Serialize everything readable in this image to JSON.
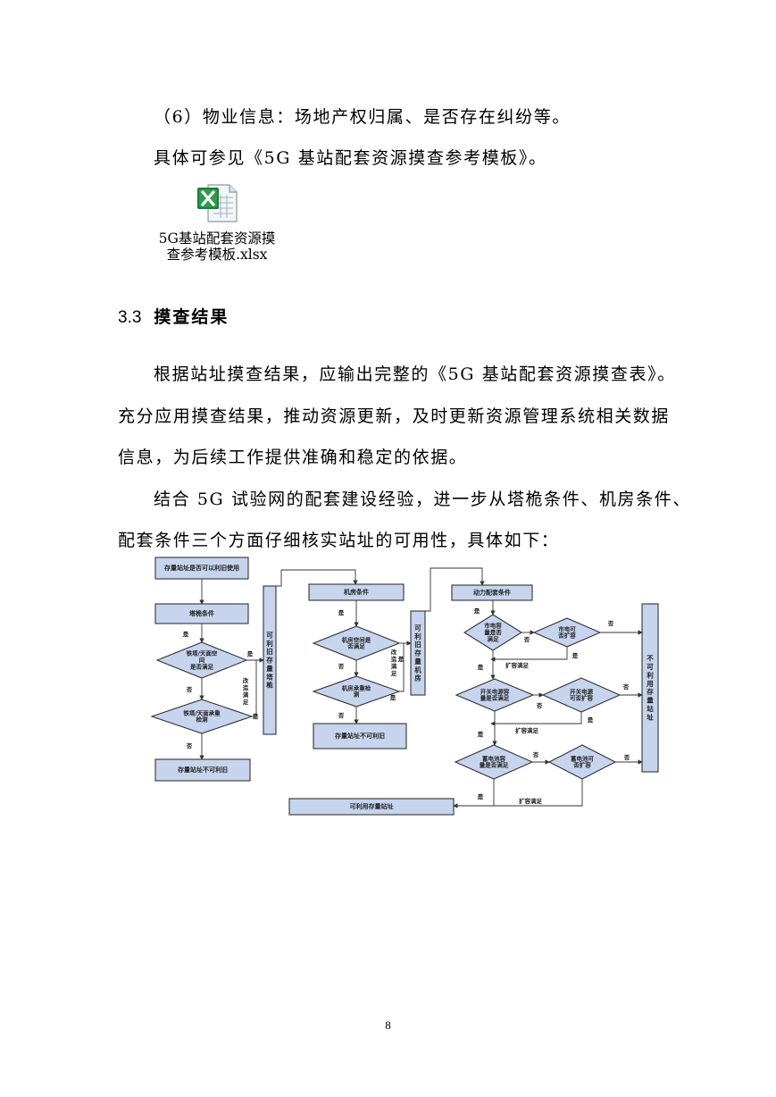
{
  "paragraphs": {
    "p1": "（6）物业信息：场地产权归属、是否存在纠纷等。",
    "p2": "具体可参见《5G 基站配套资源摸查参考模板》。",
    "p3": "根据站址摸查结果，应输出完整的《5G 基站配套资源摸查表》。",
    "p4": "充分应用摸查结果，推动资源更新，及时更新资源管理系统相关数据",
    "p5": "信息，为后续工作提供准确和稳定的依据。",
    "p6": "结合 5G 试验网的配套建设经验，进一步从塔桅条件、机房条件、",
    "p7": "配套条件三个方面仔细核实站址的可用性，具体如下："
  },
  "attachment": {
    "line1": "5G基站配套资源摸",
    "line2": "查参考模板.xlsx",
    "icon": "excel-file-icon"
  },
  "section": {
    "number": "3.3",
    "title": "摸查结果"
  },
  "flowchart": {
    "start": "存量站址是否可以利旧使用",
    "tower_cond": "塔桅条件",
    "tower_space": [
      "铁塔/天面空",
      "间",
      "是否满足"
    ],
    "tower_load": [
      "铁塔/天面承重",
      "检测"
    ],
    "tower_fail": "存量站址不可利旧",
    "tower_reuse": [
      "可",
      "利",
      "旧",
      "存",
      "量",
      "塔",
      "桅"
    ],
    "tower_fix": [
      "改",
      "造",
      "满",
      "足"
    ],
    "room_cond": "机房条件",
    "room_space": [
      "机房空间是",
      "否满足"
    ],
    "room_load": [
      "机房承重检",
      "测"
    ],
    "room_fail": "存量站址不可利旧",
    "room_reuse": [
      "可",
      "利",
      "旧",
      "存",
      "量",
      "机",
      "房"
    ],
    "room_fix": [
      "改",
      "造",
      "满",
      "足"
    ],
    "power_cond": "动力配套条件",
    "mains_cap": [
      "市电容",
      "量是否",
      "满足"
    ],
    "mains_exp": [
      "市电可",
      "否扩容"
    ],
    "switch_cap": [
      "开关电源容",
      "量是否满足"
    ],
    "switch_exp": [
      "开关电源",
      "可否扩容"
    ],
    "battery_cap": [
      "蓄电池容",
      "量是否满足"
    ],
    "battery_exp": [
      "蓄电池可",
      "否扩容"
    ],
    "unusable": [
      "不",
      "可",
      "利",
      "用",
      "存",
      "量",
      "站",
      "址"
    ],
    "usable": "可利用存量站址",
    "yes": "是",
    "no": "否",
    "expand_ok": "扩容满足",
    "colors": {
      "box_fill": "#c6d4ee",
      "stroke": "#333333"
    }
  },
  "page_number": "8"
}
